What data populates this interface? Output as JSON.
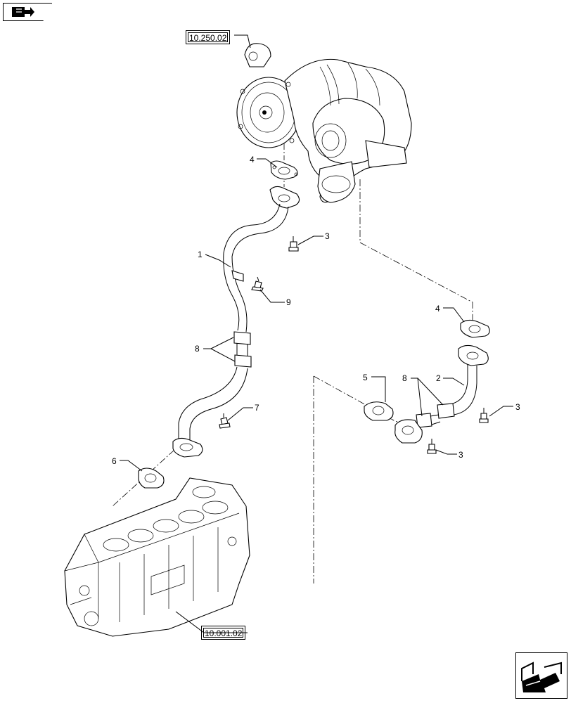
{
  "references": {
    "turbocharger": "10.250.02",
    "engine_block": "10.001.02"
  },
  "callouts": [
    {
      "id": "c1",
      "label": "1"
    },
    {
      "id": "c2",
      "label": "2"
    },
    {
      "id": "c3a",
      "label": "3"
    },
    {
      "id": "c3b",
      "label": "3"
    },
    {
      "id": "c3c",
      "label": "3"
    },
    {
      "id": "c4a",
      "label": "4"
    },
    {
      "id": "c4b",
      "label": "4"
    },
    {
      "id": "c5",
      "label": "5"
    },
    {
      "id": "c6",
      "label": "6"
    },
    {
      "id": "c7",
      "label": "7"
    },
    {
      "id": "c8a",
      "label": "8"
    },
    {
      "id": "c8b",
      "label": "8"
    },
    {
      "id": "c9",
      "label": "9"
    }
  ]
}
